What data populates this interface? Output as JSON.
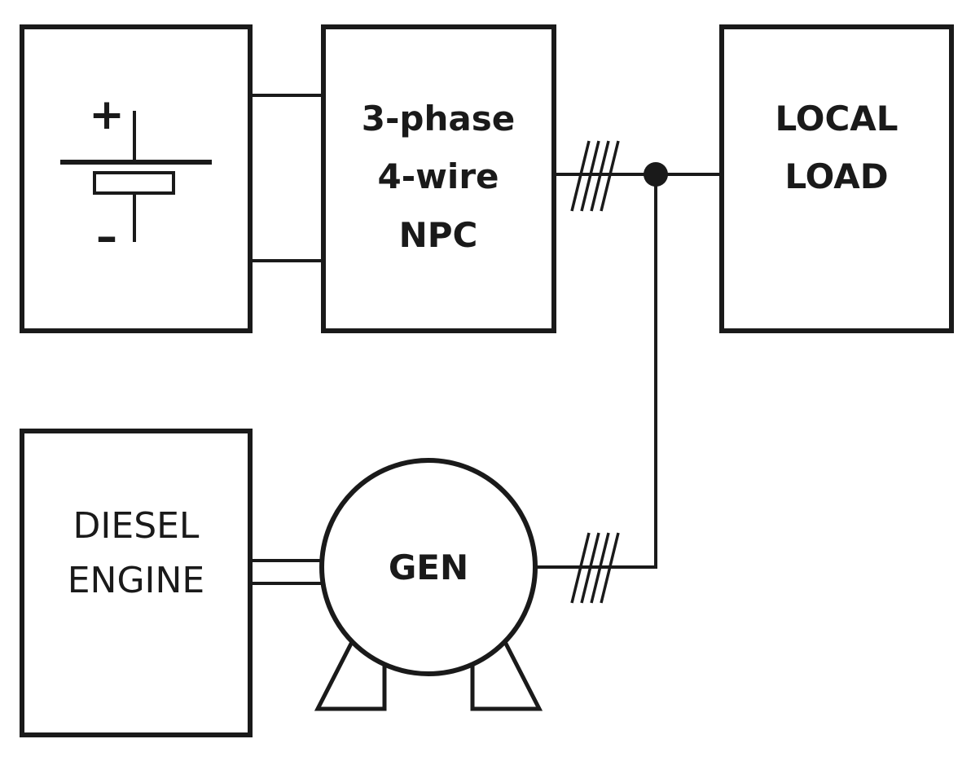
{
  "battery": {
    "plus_sign": "+",
    "minus_sign": "–"
  },
  "npc": {
    "lines": [
      "3-phase",
      "4-wire",
      "NPC"
    ]
  },
  "load": {
    "lines": [
      "LOCAL",
      "LOAD"
    ]
  },
  "diesel": {
    "lines": [
      "DIESEL",
      "ENGINE"
    ]
  },
  "generator": {
    "label": "GEN"
  },
  "colors": {
    "stroke": "#1a1a1a",
    "background": "#ffffff"
  }
}
